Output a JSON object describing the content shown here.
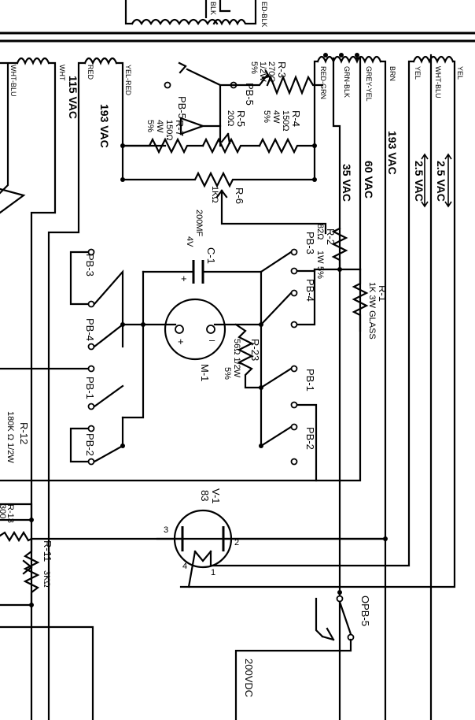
{
  "transformer_top": {
    "winding_left": "BLK",
    "winding_right": "ED-BLK"
  },
  "transformer_secondary": {
    "wires_left": [
      "WHT-BLU",
      "WHT"
    ],
    "wires_mid": [
      "RED",
      "YEL-RED"
    ],
    "wires_right": [
      "RED-GRN",
      "GRN-BLK",
      "GREY-YEL",
      "BRN"
    ],
    "wires_far_right": [
      "YEL",
      "WHT-BLU",
      "YEL"
    ]
  },
  "voltages": {
    "v115": "115 VAC",
    "v193_left": "193 VAC",
    "v193_right": "193 VAC",
    "v35": "35 VAC",
    "v60": "60 VAC",
    "v2_5_a": "2.5 VAC",
    "v2_5_b": "2.5 VAC",
    "v200dc": "200VDC"
  },
  "resistors": {
    "r3": {
      "name": "R-3",
      "value": "270Ω",
      "rating": "1/2W",
      "tol": "5%"
    },
    "r4": {
      "name": "R-4",
      "value": "150Ω",
      "rating": "4W",
      "tol": "5%"
    },
    "r5": {
      "name": "R-5",
      "value": "20Ω"
    },
    "r6": {
      "name": "R-6",
      "value": "1KΩ"
    },
    "r7": {
      "name": "R-7",
      "value": "150Ω",
      "rating": "4W",
      "tol": "5%"
    },
    "r2": {
      "name": "R-2",
      "value": "82Ω",
      "rating": "1W",
      "tol": "5%"
    },
    "r1": {
      "name": "R-1",
      "value": "1K 3W GLASS"
    },
    "r23": {
      "name": "R-23",
      "value": "56Ω 1/2W",
      "tol": "5%"
    },
    "r12": {
      "name": "R-12",
      "value": "180K Ω 1/2W"
    },
    "r13": {
      "name": "R-13",
      "value": "300"
    },
    "r11": {
      "name": "R-11",
      "value": "3KΩ"
    }
  },
  "capacitor": {
    "name": "C-1",
    "value": "200MF",
    "voltage": "4V",
    "plus": "+"
  },
  "meter": {
    "name": "M-1",
    "plus": "+",
    "minus": "–"
  },
  "tube": {
    "name": "V-1",
    "type": "83",
    "pin1": "1",
    "pin2": "2",
    "pin3": "3",
    "pin4": "4"
  },
  "switches": {
    "pb5_top_left": "PB-5",
    "pb5_top_right": "PB-5",
    "pb3_left": "PB-3",
    "pb4_left": "PB-4",
    "pb1_left": "PB-1",
    "pb2_left": "PB-2",
    "pb3_right": "PB-3",
    "pb4_right": "PB-4",
    "pb1_right": "PB-1",
    "pb2_right": "PB-2",
    "opb5": "OPB-5"
  }
}
